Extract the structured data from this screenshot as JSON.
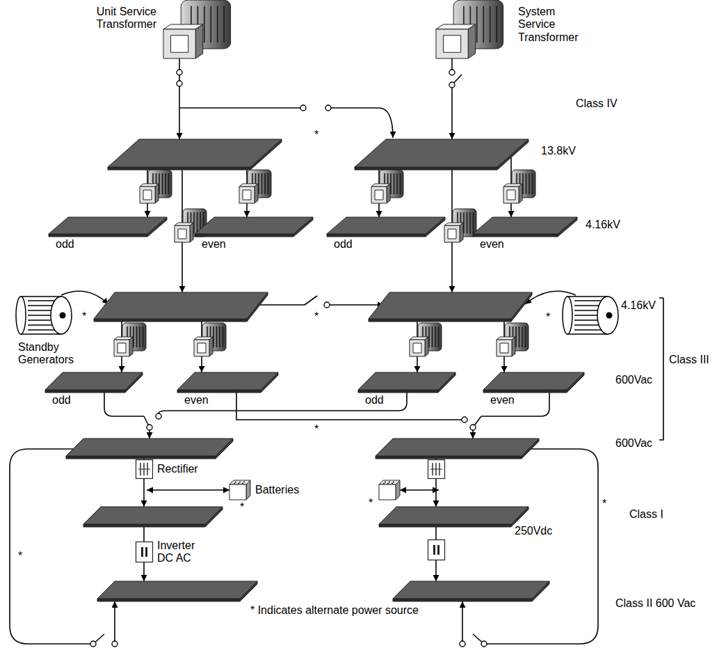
{
  "diagram": {
    "nodes": [
      {
        "text": [
          "Unit Service Transformer"
        ]
      },
      {
        "text": [
          "System Service Transformer"
        ]
      },
      {
        "text": [
          "odd"
        ]
      },
      {
        "text": [
          "even"
        ]
      },
      {
        "text": [
          "odd"
        ]
      },
      {
        "text": [
          "even"
        ]
      },
      {
        "text": [
          "Standby Generators"
        ]
      },
      {
        "text": [
          "odd"
        ]
      },
      {
        "text": [
          "even"
        ]
      },
      {
        "text": [
          "odd"
        ]
      },
      {
        "text": [
          "even"
        ]
      },
      {
        "text": [
          "Rectifier"
        ]
      },
      {
        "text": [
          "Batteries"
        ]
      },
      {
        "text": [
          "Inverter DC AC"
        ]
      }
    ],
    "edges": [
      {
        "from": 12,
        "to": 11,
        "arrow": "both"
      }
    ],
    "labels": [
      "13.8kV",
      "Class IV",
      "4.16kV",
      "4.16kV",
      "Class III",
      "600Vac",
      "600Vac",
      "250Vdc",
      "Class I",
      "Class II 600 Vac",
      "* Indicates alternate power source",
      "*",
      "*",
      "*",
      "*",
      "*",
      "*",
      "*",
      "*",
      "*"
    ]
  }
}
